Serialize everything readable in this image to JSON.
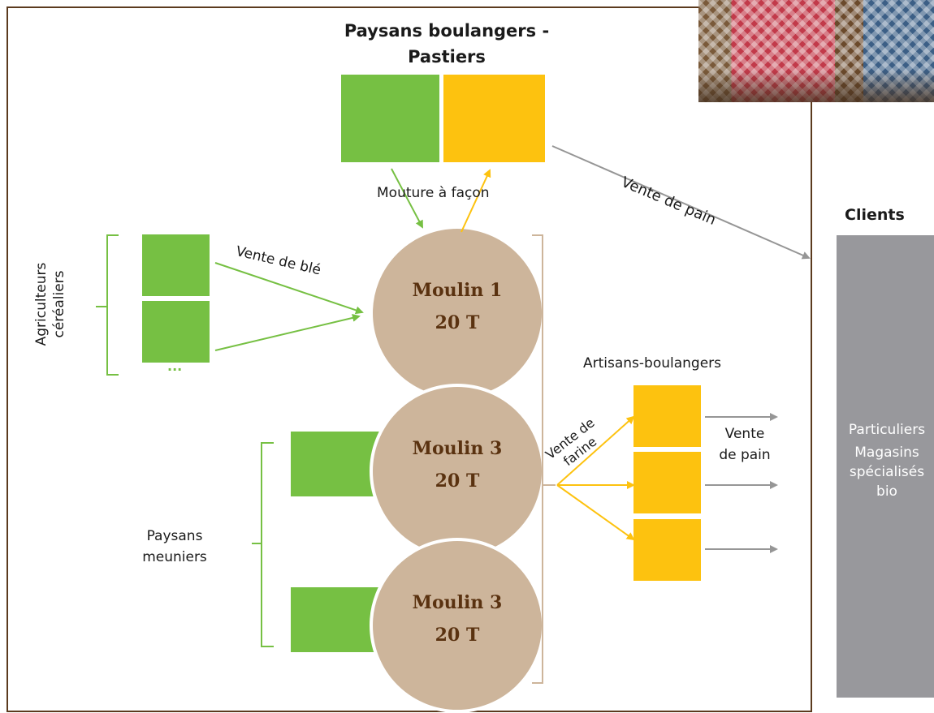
{
  "title_top": {
    "line1": "Paysans boulangers -",
    "line2": "Pastiers"
  },
  "labels": {
    "mouture": "Mouture à façon",
    "vente_pain_top": "Vente de pain",
    "vente_ble": "Vente de blé",
    "agriculteurs": [
      "Agriculteurs",
      "céréaliers"
    ],
    "ellipsis": "...",
    "artisans": "Artisans-boulangers",
    "vente_farine": [
      "Vente de",
      "farine"
    ],
    "vente_pain_right": [
      "Vente",
      "de pain"
    ],
    "paysans_meuniers": [
      "Paysans",
      "meuniers"
    ]
  },
  "mills": [
    {
      "name": "Moulin 1",
      "capacity": "20 T"
    },
    {
      "name": "Moulin 3",
      "capacity": "20 T"
    },
    {
      "name": "Moulin 3",
      "capacity": "20 T"
    }
  ],
  "clients": {
    "header": "Clients",
    "items": [
      "Particuliers",
      "Magasins",
      "spécialisés",
      "bio"
    ]
  },
  "colors": {
    "green": "#76c043",
    "yellow": "#fdc20f",
    "mill": "#cdb59b",
    "arrow_gray": "#969696",
    "frame": "#5b3a1e"
  }
}
